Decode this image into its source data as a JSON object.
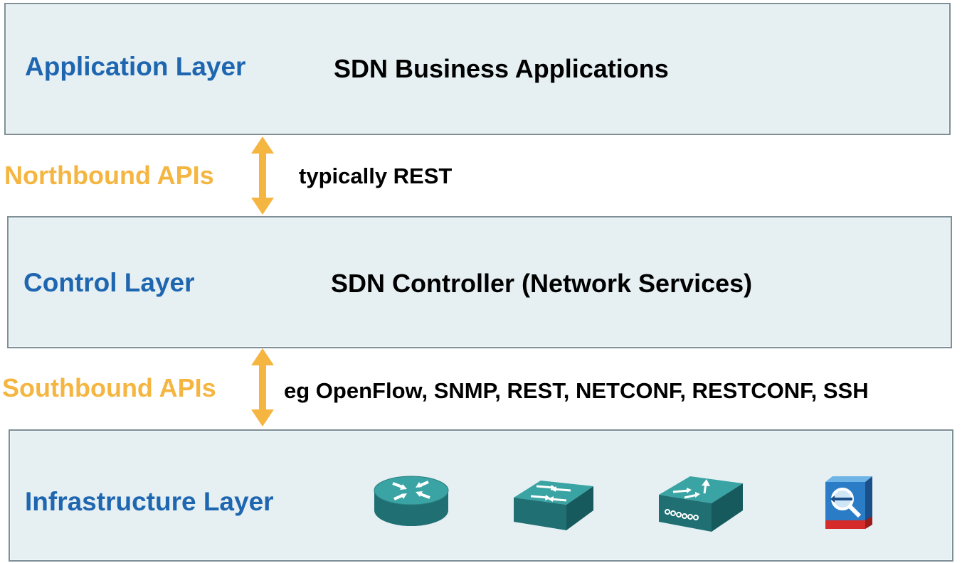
{
  "layers": {
    "application": {
      "name": "Application Layer",
      "description": "SDN Business Applications"
    },
    "control": {
      "name": "Control Layer",
      "description": "SDN Controller (Network Services)"
    },
    "infrastructure": {
      "name": "Infrastructure Layer",
      "devices": [
        "router-icon",
        "switch-icon",
        "multilayer-switch-icon",
        "network-analysis-module-icon"
      ]
    }
  },
  "apis": {
    "northbound": {
      "name": "Northbound APIs",
      "note": "typically REST"
    },
    "southbound": {
      "name": "Southbound APIs",
      "note": "eg OpenFlow, SNMP, REST, NETCONF, RESTCONF, SSH"
    }
  },
  "colors": {
    "layer_name": "#1f66b0",
    "api_name": "#f5b541",
    "arrow": "#f5b541",
    "box_fill": "#e6f0f3",
    "box_border": "#7f8f98",
    "device_teal": "#2f8c8c"
  }
}
